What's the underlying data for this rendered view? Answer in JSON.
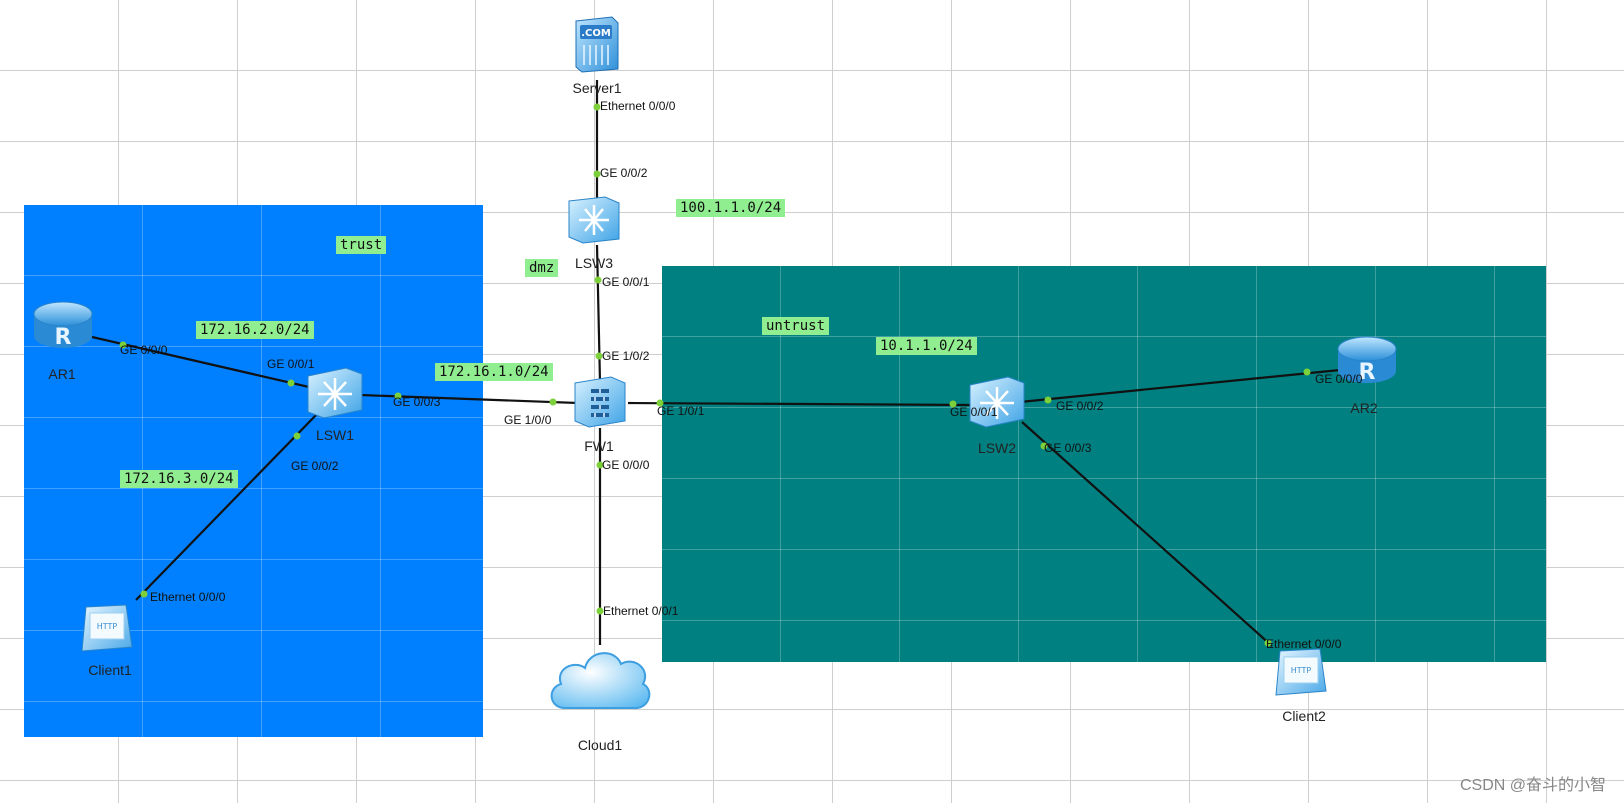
{
  "zones": {
    "trust": {
      "label": "trust",
      "color": "#0080ff"
    },
    "untrust": {
      "label": "untrust",
      "color": "#008080"
    },
    "dmz": {
      "label": "dmz"
    }
  },
  "subnets": {
    "s1": "100.1.1.0/24",
    "s2": "172.16.2.0/24",
    "s3": "172.16.1.0/24",
    "s4": "10.1.1.0/24",
    "s5": "172.16.3.0/24"
  },
  "devices": {
    "server1": {
      "name": "Server1",
      "icon": "server-icon"
    },
    "lsw3": {
      "name": "LSW3",
      "icon": "switch-icon"
    },
    "ar1": {
      "name": "AR1",
      "icon": "router-icon"
    },
    "lsw1": {
      "name": "LSW1",
      "icon": "switch-icon"
    },
    "fw1": {
      "name": "FW1",
      "icon": "firewall-icon"
    },
    "lsw2": {
      "name": "LSW2",
      "icon": "switch-icon"
    },
    "ar2": {
      "name": "AR2",
      "icon": "router-icon"
    },
    "client1": {
      "name": "Client1",
      "icon": "http-client-icon"
    },
    "client2": {
      "name": "Client2",
      "icon": "http-client-icon"
    },
    "cloud1": {
      "name": "Cloud1",
      "icon": "cloud-icon"
    }
  },
  "ports": {
    "server1_e000": "Ethernet 0/0/0",
    "lsw3_g002": "GE 0/0/2",
    "lsw3_g001": "GE 0/0/1",
    "fw1_g102": "GE 1/0/2",
    "ar1_g000": "GE 0/0/0",
    "lsw1_g001": "GE 0/0/1",
    "lsw1_g003": "GE 0/0/3",
    "lsw1_g002": "GE 0/0/2",
    "fw1_g100": "GE 1/0/0",
    "fw1_g101": "GE 1/0/1",
    "fw1_g000": "GE 0/0/0",
    "lsw2_g001": "GE 0/0/1",
    "lsw2_g002": "GE 0/0/2",
    "lsw2_g003": "GE 0/0/3",
    "ar2_g000": "GE 0/0/0",
    "client1_e000": "Ethernet 0/0/0",
    "cloud1_e001": "Ethernet 0/0/1",
    "client2_e000": "Ethernet 0/0/0"
  },
  "watermark": "CSDN @奋斗的小智",
  "colors": {
    "link": "#111111",
    "port_dot": "#7cd13a",
    "subnet_bg": "#90ee90"
  }
}
